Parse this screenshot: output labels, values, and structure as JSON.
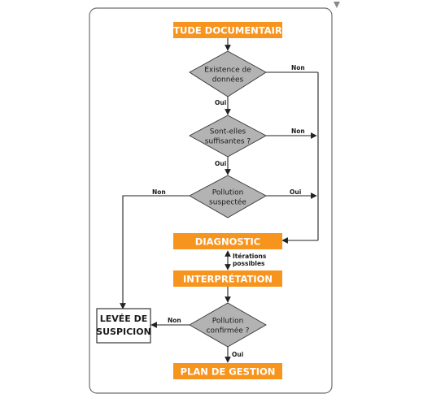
{
  "nodes": {
    "etude": "ÉTUDE DOCUMENTAIRE",
    "existence": [
      "Existence de",
      "données"
    ],
    "suffisantes": [
      "Sont-elles",
      "suffisantes ?"
    ],
    "pollution_suspectee": [
      "Pollution",
      "suspectée"
    ],
    "diagnostic": "DIAGNOSTIC",
    "interpretation": "INTERPRÉTATION",
    "pollution_confirmee": [
      "Pollution",
      "confirmée ?"
    ],
    "plan": "PLAN DE GESTION",
    "levee": [
      "LEVÉE DE",
      "SUSPICION"
    ]
  },
  "edges": {
    "oui_1": "Oui",
    "non_1": "Non",
    "oui_2": "Oui",
    "non_2": "Non",
    "non_3": "Non",
    "oui_3": "Oui",
    "iterations": [
      "Itérations",
      "possibles"
    ],
    "non_4": "Non",
    "oui_4": "Oui"
  },
  "colors": {
    "orange": "#f7941d",
    "diamond": "#b3b3b3"
  }
}
